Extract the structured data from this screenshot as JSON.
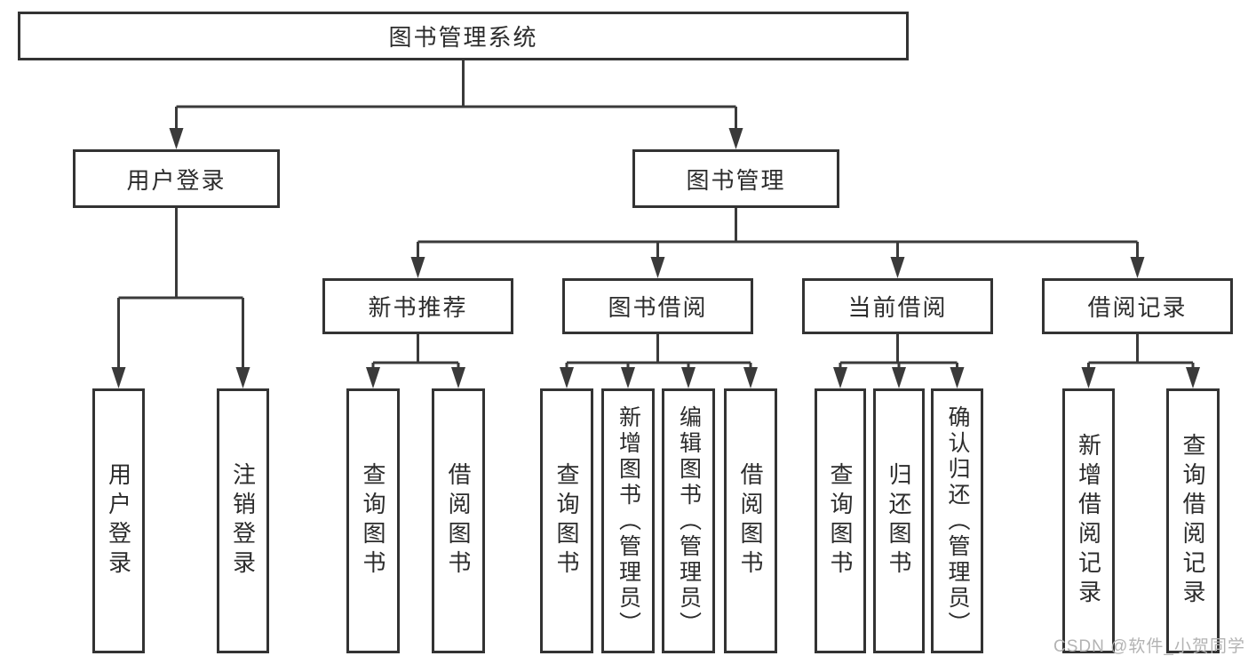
{
  "diagram": {
    "root": {
      "label": "图书管理系统"
    },
    "login": {
      "label": "用户登录",
      "leaves": [
        {
          "label": "用户登录"
        },
        {
          "label": "注销登录"
        }
      ]
    },
    "mgmt": {
      "label": "图书管理"
    },
    "groups": [
      {
        "label": "新书推荐",
        "leaves": [
          {
            "label": "查询图书"
          },
          {
            "label": "借阅图书"
          }
        ]
      },
      {
        "label": "图书借阅",
        "leaves": [
          {
            "label": "查询图书"
          },
          {
            "label": "新增图书（管理员）"
          },
          {
            "label": "编辑图书（管理员）"
          },
          {
            "label": "借阅图书"
          }
        ]
      },
      {
        "label": "当前借阅",
        "leaves": [
          {
            "label": "查询图书"
          },
          {
            "label": "归还图书"
          },
          {
            "label": "确认归还（管理员）"
          }
        ]
      },
      {
        "label": "借阅记录",
        "leaves": [
          {
            "label": "新增借阅记录"
          },
          {
            "label": "查询借阅记录"
          }
        ]
      }
    ]
  },
  "watermark": {
    "text": "CSDN @软件_小贺同学"
  },
  "colors": {
    "line": "#3a3a3a",
    "border": "#333333",
    "text": "#2c2c2c",
    "watermark": "#b3b3b3",
    "background": "#ffffff"
  }
}
